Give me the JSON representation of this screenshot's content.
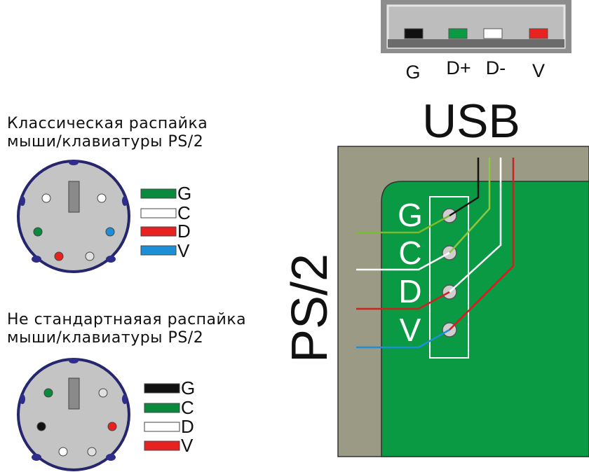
{
  "usb": {
    "title": "USB",
    "pins": [
      {
        "label": "G",
        "color": "#111111"
      },
      {
        "label": "D+",
        "color": "#0a9a43"
      },
      {
        "label": "D-",
        "color": "#ffffff"
      },
      {
        "label": "V",
        "color": "#e8221f"
      }
    ]
  },
  "ps2_board": {
    "title": "PS/2",
    "pads": [
      "G",
      "C",
      "D",
      "V"
    ],
    "wire_colors": {
      "G": "#7cbb2b",
      "C": "#ffffff",
      "D": "#cc2222",
      "V": "#1d8fd6"
    }
  },
  "classic": {
    "title_line1": "Классическая распайка",
    "title_line2": "мыши/клавиатуры PS/2",
    "legend": [
      {
        "label": "G",
        "color": "#0a8a3c"
      },
      {
        "label": "C",
        "color": "#ffffff"
      },
      {
        "label": "D",
        "color": "#e8221f"
      },
      {
        "label": "V",
        "color": "#1d8fd6"
      }
    ],
    "pins": {
      "top_left": "#ffffff",
      "top_right": "#ffffff",
      "mid_left": "#0a8a3c",
      "mid_right": "#1d8fd6",
      "bot_left": "#e8221f",
      "bot_right": "#e0e0e0"
    }
  },
  "nonstandard": {
    "title_line1": "Не стандартнаяая распайка",
    "title_line2": "мыши/клавиатуры PS/2",
    "legend": [
      {
        "label": "G",
        "color": "#111111"
      },
      {
        "label": "C",
        "color": "#0a8a3c"
      },
      {
        "label": "D",
        "color": "#ffffff"
      },
      {
        "label": "V",
        "color": "#e8221f"
      }
    ],
    "pins": {
      "top_left": "#0a8a3c",
      "top_right": "#e0e0e0",
      "mid_left": "#111111",
      "mid_right": "#e8221f",
      "bot_left": "#ffffff",
      "bot_right": "#e0e0e0"
    }
  }
}
